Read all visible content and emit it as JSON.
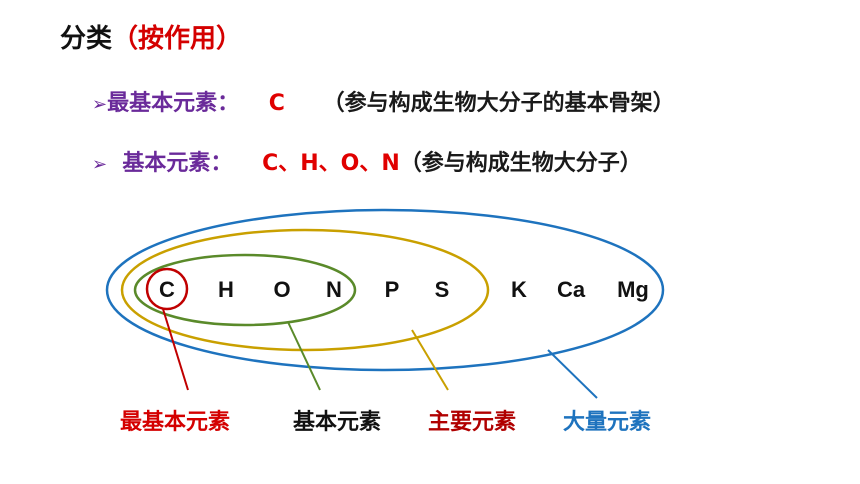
{
  "title": {
    "prefix": "分类",
    "paren": "（按作用）"
  },
  "rows": [
    {
      "bullet": "➢",
      "label": "最基本元素：",
      "elements": "C",
      "note": "（参与构成生物大分子的基本骨架）"
    },
    {
      "bullet": "➢",
      "label": "基本元素：",
      "elements": "C、H、O、N",
      "note": "（参与构成生物大分子）"
    }
  ],
  "elements": [
    "C",
    "H",
    "O",
    "N",
    "P",
    "S",
    "K",
    "Ca",
    "Mg"
  ],
  "categories": [
    {
      "label": "最基本元素",
      "color": "#d40000"
    },
    {
      "label": "基本元素",
      "color": "#111111"
    },
    {
      "label": "主要元素",
      "color": "#b00000"
    },
    {
      "label": "大量元素",
      "color": "#1e73be"
    }
  ],
  "colors": {
    "red_circle": "#c00000",
    "green": "#5a8a2a",
    "gold": "#c9a000",
    "blue": "#1e73be"
  }
}
